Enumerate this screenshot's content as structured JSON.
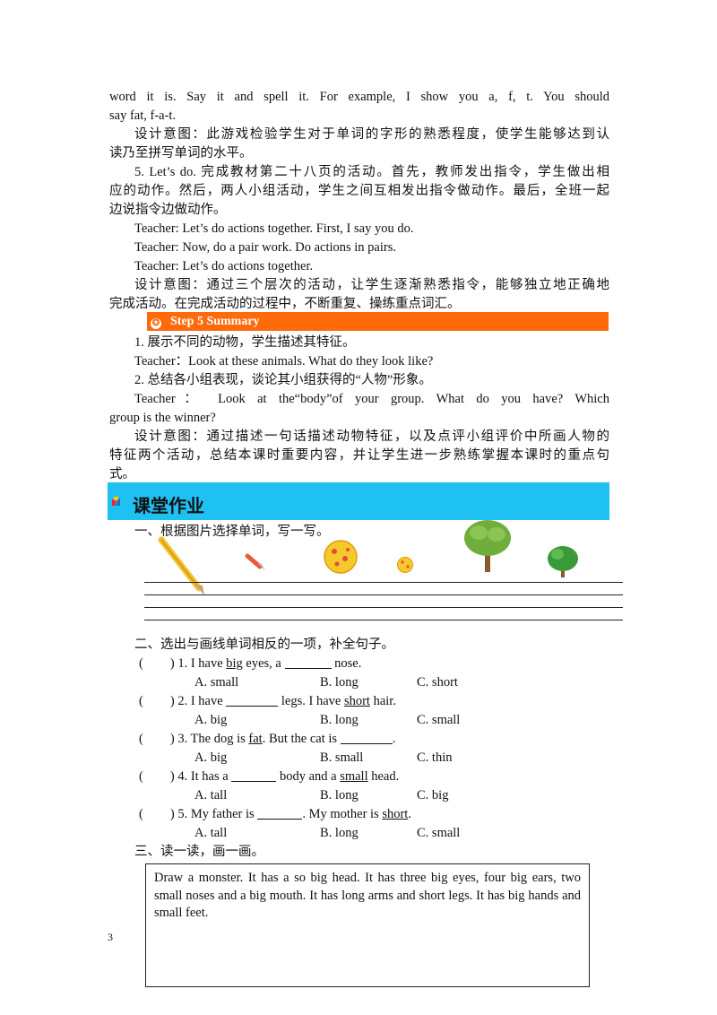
{
  "lines": [
    "word it is. Say it and spell it. For example, I show you a, f, t. You should",
    "say fat, f-a-t.",
    "设计意图：此游戏检验学生对于单词的字形的熟悉程度，使学生能够达到认",
    "读乃至拼写单词的水平。",
    "5. Let’s do. 完成教材第二十八页的活动。首先，教师发出指令，学生做出相",
    "应的动作。然后，两人小组活动，学生之间互相发出指令做动作。最后，全班一起",
    "边说指令边做动作。",
    "Teacher: Let’s do actions together. First, I say you do.",
    "Teacher: Now, do a pair work. Do actions in pairs.",
    "Teacher: Let’s do actions together.",
    "设计意图：通过三个层次的活动，让学生逐渐熟悉指令，能够独立地正确地",
    "完成活动。在完成活动的过程中，不断重复、操练重点词汇。"
  ],
  "step5_banner": "Step 5 Summary",
  "summary_lines": [
    "1. 展示不同的动物，学生描述其特征。",
    "Teacher：Look at these animals. What do they look like?",
    "2. 总结各小组表现，谈论其小组获得的“人物”形象。",
    "Teacher： Look at the“body”of your group. What do you have? Which",
    "group is the winner?",
    "设计意图：通过描述一句话描述动物特征，以及点评小组评价中所画人物的",
    "特征两个活动，总结本课时重要内容，并让学生进一步熟练掌握本课时的重点句",
    "式。"
  ],
  "homework_title": "课堂作业",
  "section1_title": "一、根据图片选择单词，写一写。",
  "section2_title": "二、选出与画线单词相反的一项，补全句子。",
  "questions": [
    {
      "pre": "1. I have ",
      "u1": "big",
      "mid": " eyes, a ",
      "b1": true,
      "post": " nose.",
      "opts": [
        "A. small",
        "B. long",
        "C. short"
      ]
    },
    {
      "pre": "2. I have ",
      "b0": true,
      "mid": " legs. I have ",
      "u1": "short",
      "post": " hair.",
      "opts": [
        "A. big",
        "B. long",
        "C. small"
      ]
    },
    {
      "pre": "3. The dog is ",
      "u1": "fat",
      "mid": ". But the cat is ",
      "b1": true,
      "post": ".",
      "opts": [
        "A. big",
        "B. small",
        "C. thin"
      ]
    },
    {
      "pre": "4. It has a ",
      "b0": true,
      "mid": " body and a ",
      "u1": "small",
      "post": " head.",
      "opts": [
        "A. tall",
        "B. long",
        "C. big"
      ]
    },
    {
      "pre": "5. My father is ",
      "b0": true,
      "mid": ". My mother is ",
      "u1": "short",
      "post": ".",
      "opts": [
        "A. tall",
        "B. long",
        "C. small"
      ]
    }
  ],
  "paren_open": "(",
  "paren_close": ")",
  "section3_title": "三、读一读，画一画。",
  "draw_text": "Draw a monster. It has a so big head. It has three big eyes, four big ears, two small noses and a big mouth. It has long arms and short legs. It has big hands and small feet.",
  "page_number": "3",
  "colors": {
    "banner": "#ff6a0d",
    "homework_bar": "#1fc0f2"
  }
}
